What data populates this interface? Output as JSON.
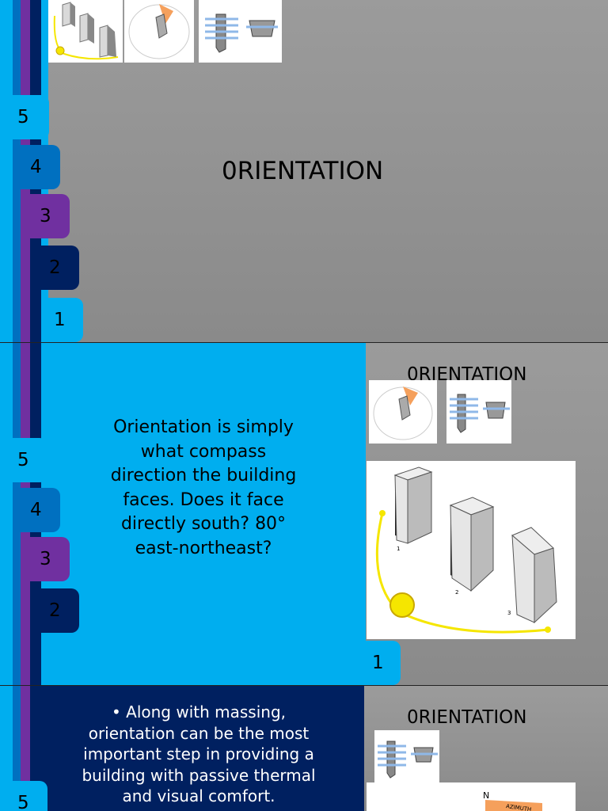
{
  "slide1": {
    "title": "0RIENTATION",
    "tabs": [
      "5",
      "4",
      "3",
      "2",
      "1"
    ]
  },
  "slide2": {
    "title": "0RIENTATION",
    "body": "Orientation is simply what compass direction the building faces.  Does it face directly south?  80° east-northeast?",
    "tabs": [
      "5",
      "4",
      "3",
      "2",
      "1"
    ],
    "figure_labels": [
      "1",
      "2",
      "3"
    ]
  },
  "slide3": {
    "title": "0RIENTATION",
    "bullet": "Along with massing, orientation can be the most important step in providing a building with passive thermal and visual comfort.",
    "tabs": [
      "5"
    ],
    "compass_n": "N",
    "azimuth_label": "AZIMUTH"
  },
  "colors": {
    "cyan": "#00aeef",
    "blue": "#0070c0",
    "purple": "#7030a0",
    "navy": "#002060",
    "gray": "#959595"
  }
}
